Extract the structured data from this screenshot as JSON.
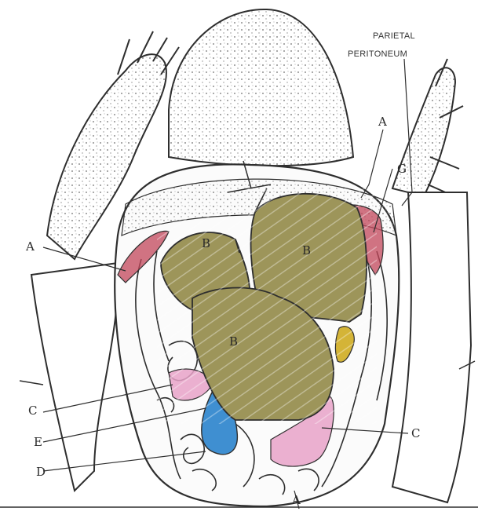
{
  "annotation": {
    "line1": "PARIETAL",
    "line2": "PERITONEUM"
  },
  "labels": {
    "a_top": "A",
    "g_right": "G",
    "a_left": "A",
    "b_left": "B",
    "b_right": "B",
    "b_center": "B",
    "c_left": "C",
    "e_left": "E",
    "d_left": "D",
    "c_right": "C",
    "a_bottom": "A"
  },
  "colors": {
    "liver": "#9d955a",
    "fat_bodies_red": "#c2455a",
    "kidney_pink": "#e8a2c8",
    "gallbladder_blue": "#3f8fd1",
    "yellow": "#d4b437",
    "ink": "#2e2e2e",
    "stipple": "#7a7a7a"
  }
}
